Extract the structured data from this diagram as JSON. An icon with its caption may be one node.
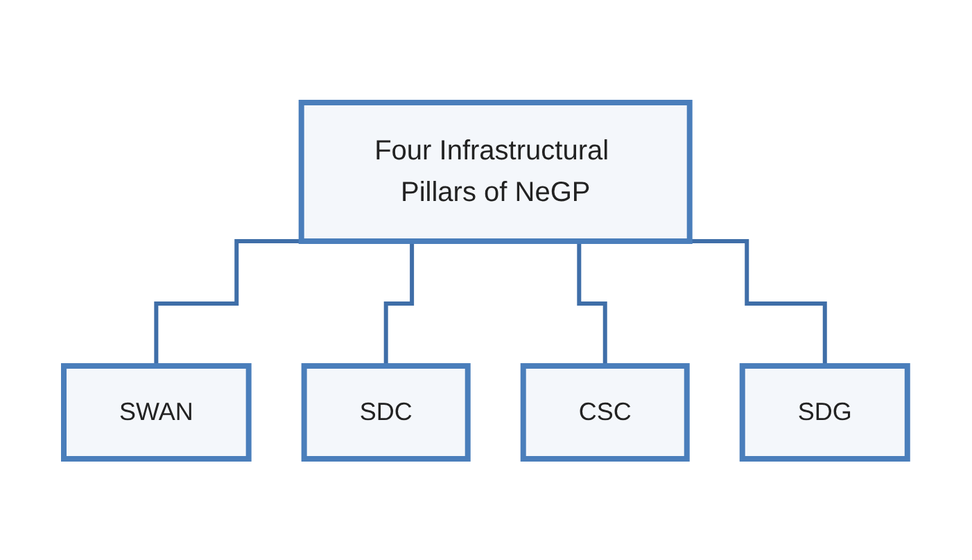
{
  "diagram": {
    "nodes": [
      {
        "text": [
          "Four Infrastructural Pillars of NeGP"
        ]
      },
      {
        "text": [
          "SWAN"
        ]
      },
      {
        "text": [
          "SDC"
        ]
      },
      {
        "text": [
          "CSC"
        ]
      },
      {
        "text": [
          "SDG"
        ]
      }
    ],
    "edges": [
      {
        "from": 0,
        "to": 1,
        "arrow": "none"
      },
      {
        "from": 0,
        "to": 2,
        "arrow": "none"
      },
      {
        "from": 0,
        "to": 3,
        "arrow": "none"
      },
      {
        "from": 0,
        "to": 4,
        "arrow": "none"
      }
    ]
  }
}
